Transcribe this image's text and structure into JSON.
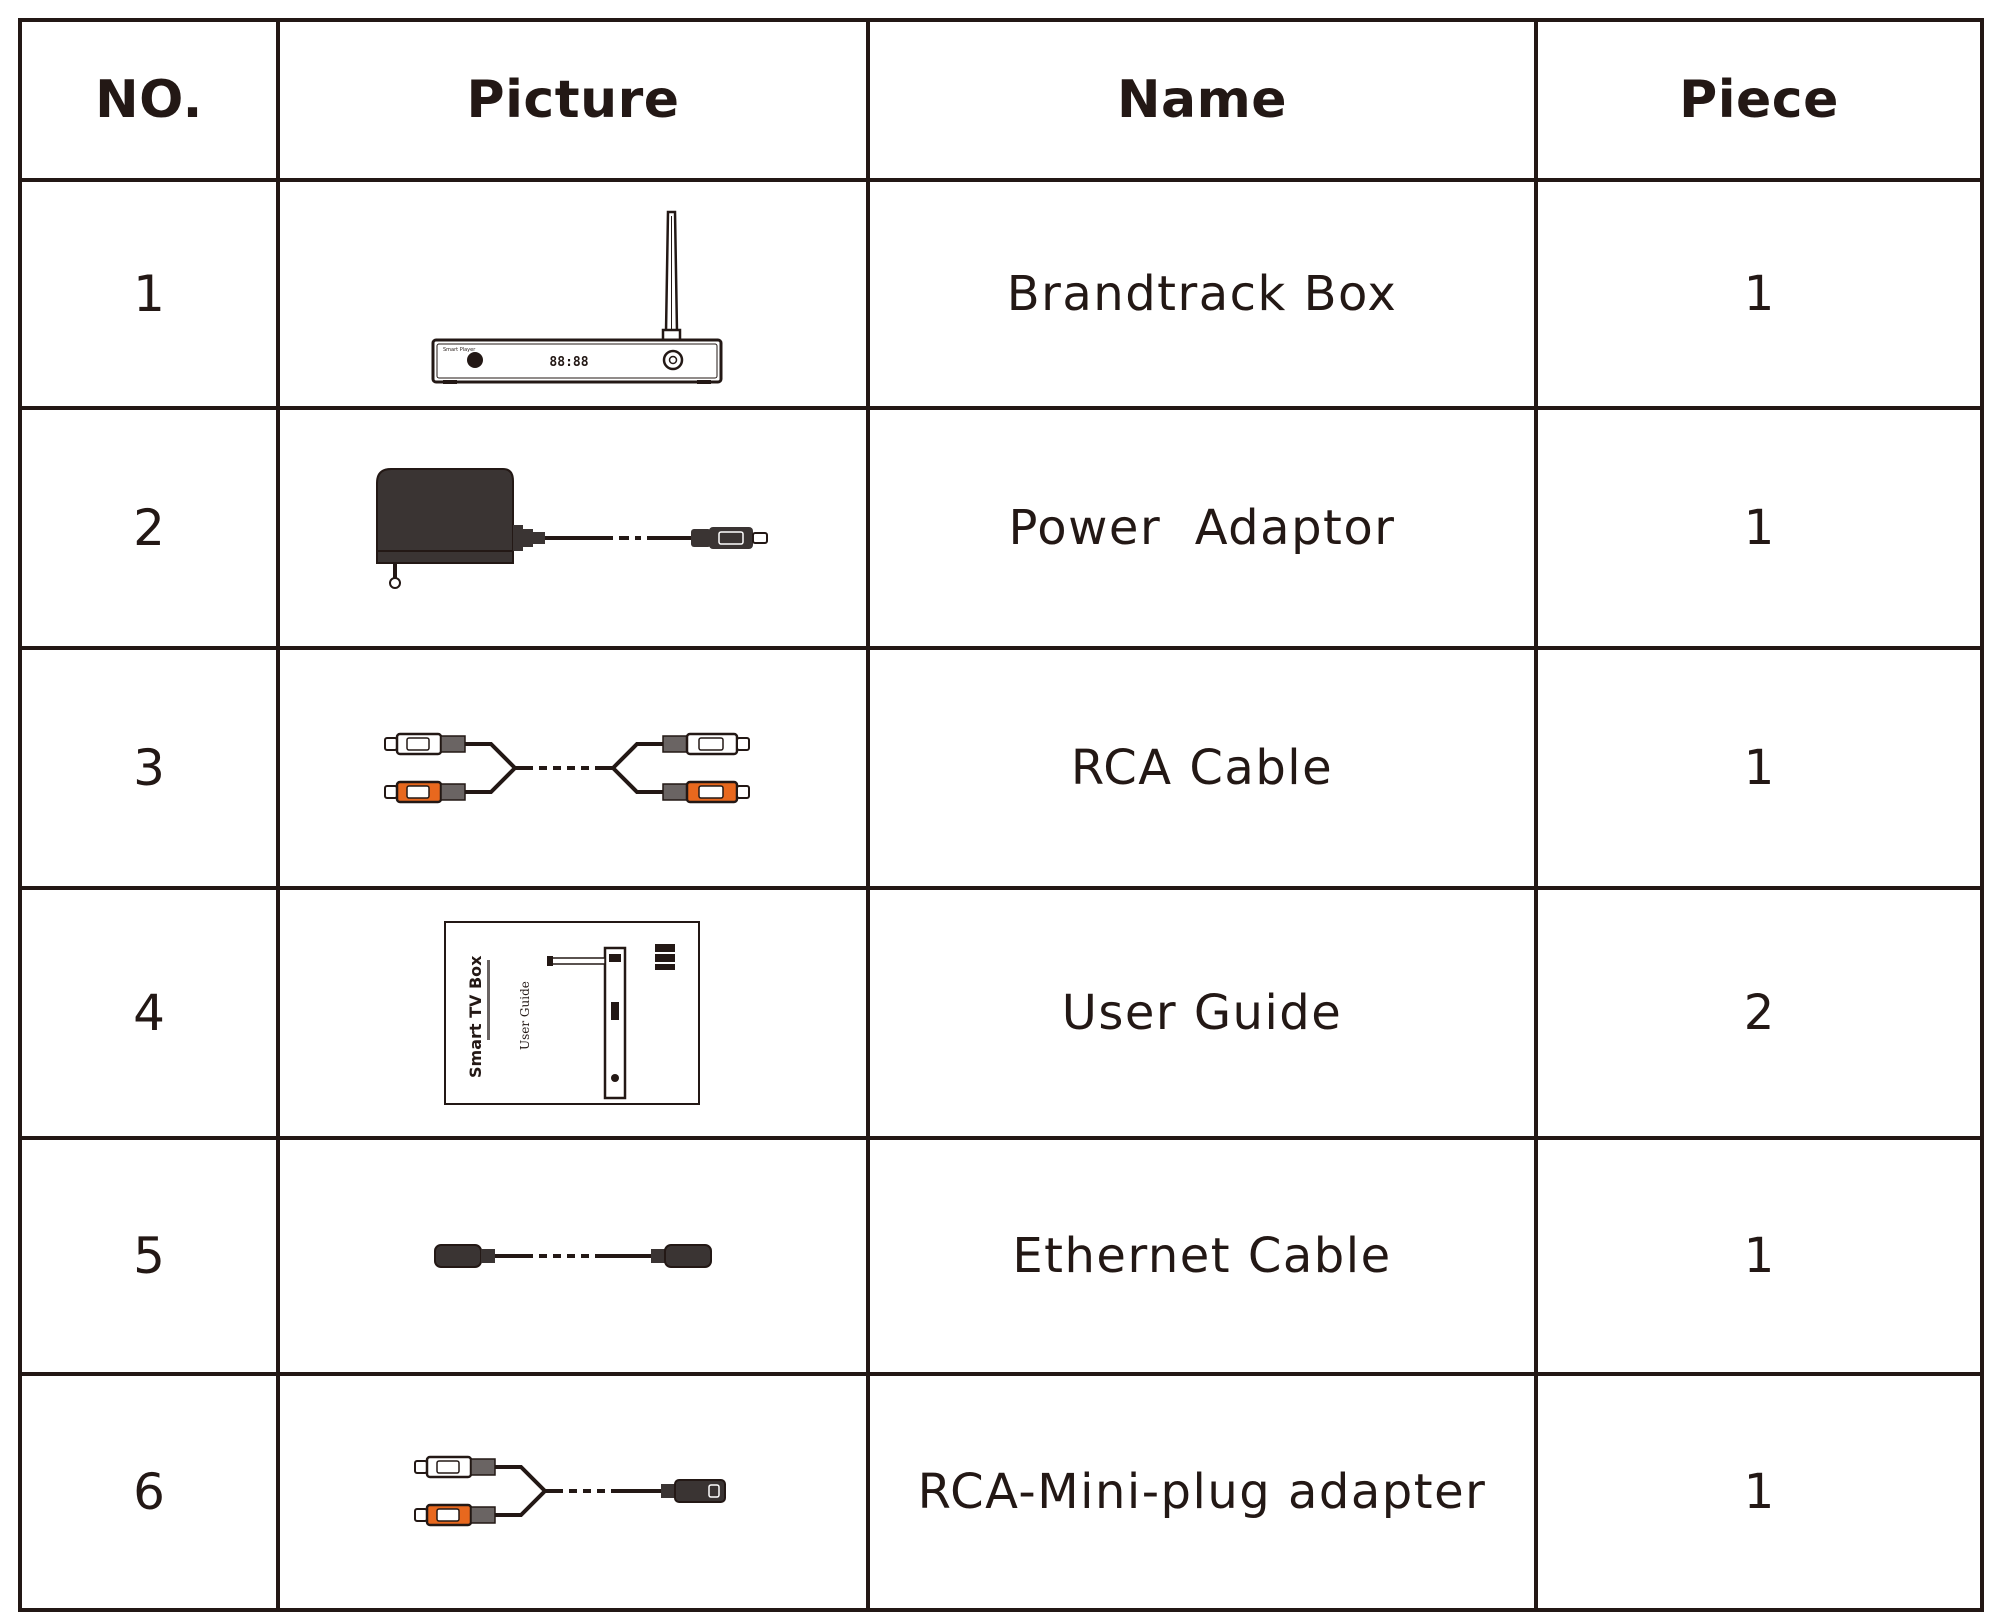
{
  "headers": {
    "no": "NO.",
    "picture": "Picture",
    "name": "Name",
    "piece": "Piece"
  },
  "rows": [
    {
      "no": "1",
      "name": "Brandtrack Box",
      "piece": "1",
      "picture_icon": "tv-box-illustration",
      "box_label": "Smart Player",
      "box_display": "88:88"
    },
    {
      "no": "2",
      "name": "Power  Adaptor",
      "piece": "1",
      "picture_icon": "power-adaptor-illustration"
    },
    {
      "no": "3",
      "name": "RCA Cable",
      "piece": "1",
      "picture_icon": "rca-cable-illustration"
    },
    {
      "no": "4",
      "name": "User Guide",
      "piece": "2",
      "picture_icon": "user-guide-illustration",
      "guide_title": "Smart TV Box",
      "guide_subtitle": "User Guide"
    },
    {
      "no": "5",
      "name": "Ethernet Cable",
      "piece": "1",
      "picture_icon": "ethernet-cable-illustration"
    },
    {
      "no": "6",
      "name": "RCA-Mini-plug adapter",
      "piece": "1",
      "picture_icon": "rca-mini-plug-illustration"
    }
  ],
  "colors": {
    "ink": "#231815",
    "rca_white": "#ffffff",
    "rca_red": "#e8681e",
    "adaptor_body": "#3a3433"
  }
}
